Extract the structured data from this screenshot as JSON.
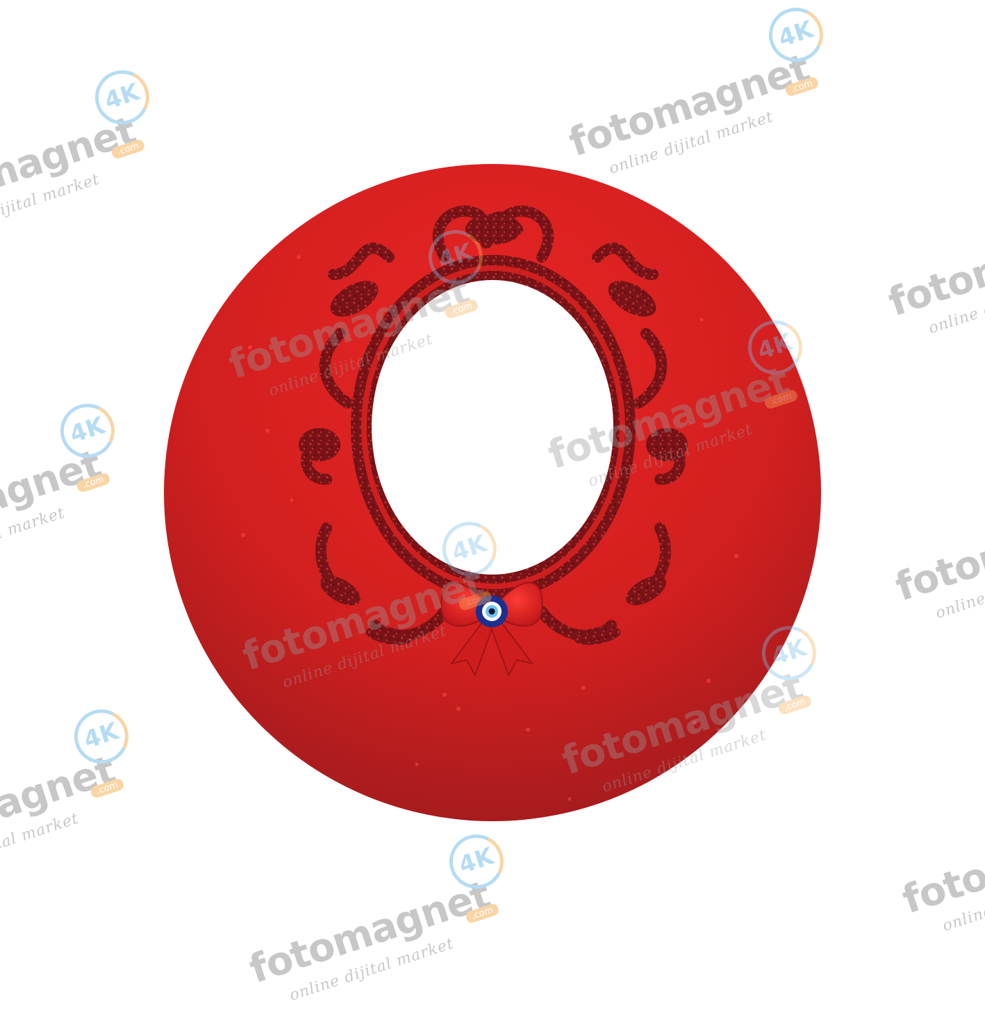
{
  "watermark": {
    "brand": "fotomagnet",
    "badge": "4K",
    "domain": ".com",
    "tagline": "online dijital market"
  },
  "colors": {
    "background": "#ffffff",
    "plate_red": "#d8211f",
    "plate_dark_red": "#a51a1c",
    "frame_glitter": "#7e1418",
    "bow_red": "#e1271f",
    "evil_eye_blue": "#1d2f8f",
    "watermark_gray": "#9a9a9a",
    "watermark_blue": "#79c0ea",
    "watermark_orange": "#f5b35c"
  },
  "icons": [
    "ornate-oval-frame-icon",
    "red-bow-icon",
    "evil-eye-bead-icon",
    "camera-shutter-icon"
  ]
}
